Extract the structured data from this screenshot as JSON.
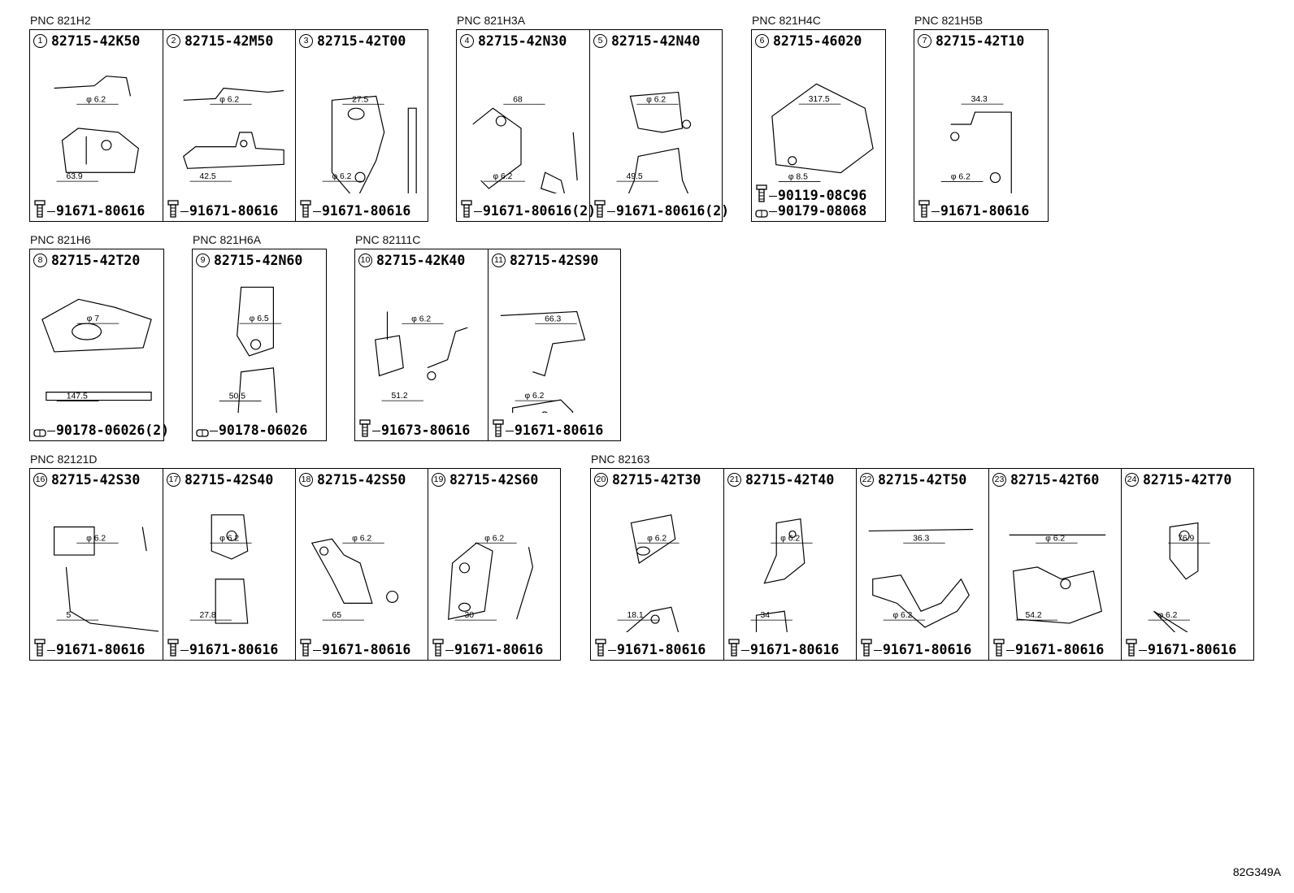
{
  "drawing_code": "82G349A",
  "groups": [
    {
      "pnc": "PNC 821H2",
      "cells": [
        {
          "num": "1",
          "part": "82715-42K50",
          "fastener": "91671-80616",
          "dims": [
            "φ 6.2",
            "63.9"
          ]
        },
        {
          "num": "2",
          "part": "82715-42M50",
          "fastener": "91671-80616",
          "dims": [
            "φ 6.2",
            "42.5"
          ]
        },
        {
          "num": "3",
          "part": "82715-42T00",
          "fastener": "91671-80616",
          "dims": [
            "27.5",
            "φ 6.2"
          ]
        }
      ]
    },
    {
      "pnc": "PNC 821H3A",
      "cells": [
        {
          "num": "4",
          "part": "82715-42N30",
          "fastener": "91671-80616(2)",
          "dims": [
            "68",
            "φ 6.2"
          ]
        },
        {
          "num": "5",
          "part": "82715-42N40",
          "fastener": "91671-80616(2)",
          "dims": [
            "φ 6.2",
            "49.5"
          ]
        }
      ]
    },
    {
      "pnc": "PNC 821H4C",
      "cells": [
        {
          "num": "6",
          "part": "82715-46020",
          "fastener": "90119-08C96",
          "fastener2": "90179-08068",
          "dims": [
            "317.5",
            "φ 8.5"
          ]
        }
      ]
    },
    {
      "pnc": "PNC 821H5B",
      "cells": [
        {
          "num": "7",
          "part": "82715-42T10",
          "fastener": "91671-80616",
          "dims": [
            "34.3",
            "φ 6.2"
          ]
        }
      ]
    },
    {
      "pnc": "PNC 821H6",
      "cells": [
        {
          "num": "8",
          "part": "82715-42T20",
          "fastener": "90178-06026(2)",
          "dims": [
            "φ 7",
            "147.5"
          ]
        }
      ]
    },
    {
      "pnc": "PNC 821H6A",
      "cells": [
        {
          "num": "9",
          "part": "82715-42N60",
          "fastener": "90178-06026",
          "dims": [
            "φ 6.5",
            "50.5"
          ]
        }
      ]
    },
    {
      "pnc": "PNC 82111C",
      "cells": [
        {
          "num": "10",
          "part": "82715-42K40",
          "fastener": "91673-80616",
          "dims": [
            "φ 6.2",
            "51.2"
          ]
        },
        {
          "num": "11",
          "part": "82715-42S90",
          "fastener": "91671-80616",
          "dims": [
            "66.3",
            "φ 6.2"
          ]
        }
      ]
    },
    {
      "pnc": "PNC 82121D",
      "cells": [
        {
          "num": "16",
          "part": "82715-42S30",
          "fastener": "91671-80616",
          "dims": [
            "φ 6.2",
            "5"
          ]
        },
        {
          "num": "17",
          "part": "82715-42S40",
          "fastener": "91671-80616",
          "dims": [
            "φ 6.2",
            "27.8"
          ]
        },
        {
          "num": "18",
          "part": "82715-42S50",
          "fastener": "91671-80616",
          "dims": [
            "φ 6.2",
            "65"
          ]
        },
        {
          "num": "19",
          "part": "82715-42S60",
          "fastener": "91671-80616",
          "dims": [
            "φ 6.2",
            "30"
          ]
        }
      ]
    },
    {
      "pnc": "PNC 82163",
      "cells": [
        {
          "num": "20",
          "part": "82715-42T30",
          "fastener": "91671-80616",
          "dims": [
            "φ 6.2",
            "18.1"
          ]
        },
        {
          "num": "21",
          "part": "82715-42T40",
          "fastener": "91671-80616",
          "dims": [
            "φ 6.2",
            "34"
          ]
        },
        {
          "num": "22",
          "part": "82715-42T50",
          "fastener": "91671-80616",
          "dims": [
            "36.3",
            "φ 6.2"
          ]
        },
        {
          "num": "23",
          "part": "82715-42T60",
          "fastener": "91671-80616",
          "dims": [
            "φ 6.2",
            "54.2"
          ]
        },
        {
          "num": "24",
          "part": "82715-42T70",
          "fastener": "91671-80616",
          "dims": [
            "76.9",
            "φ 6.2"
          ]
        }
      ]
    }
  ]
}
